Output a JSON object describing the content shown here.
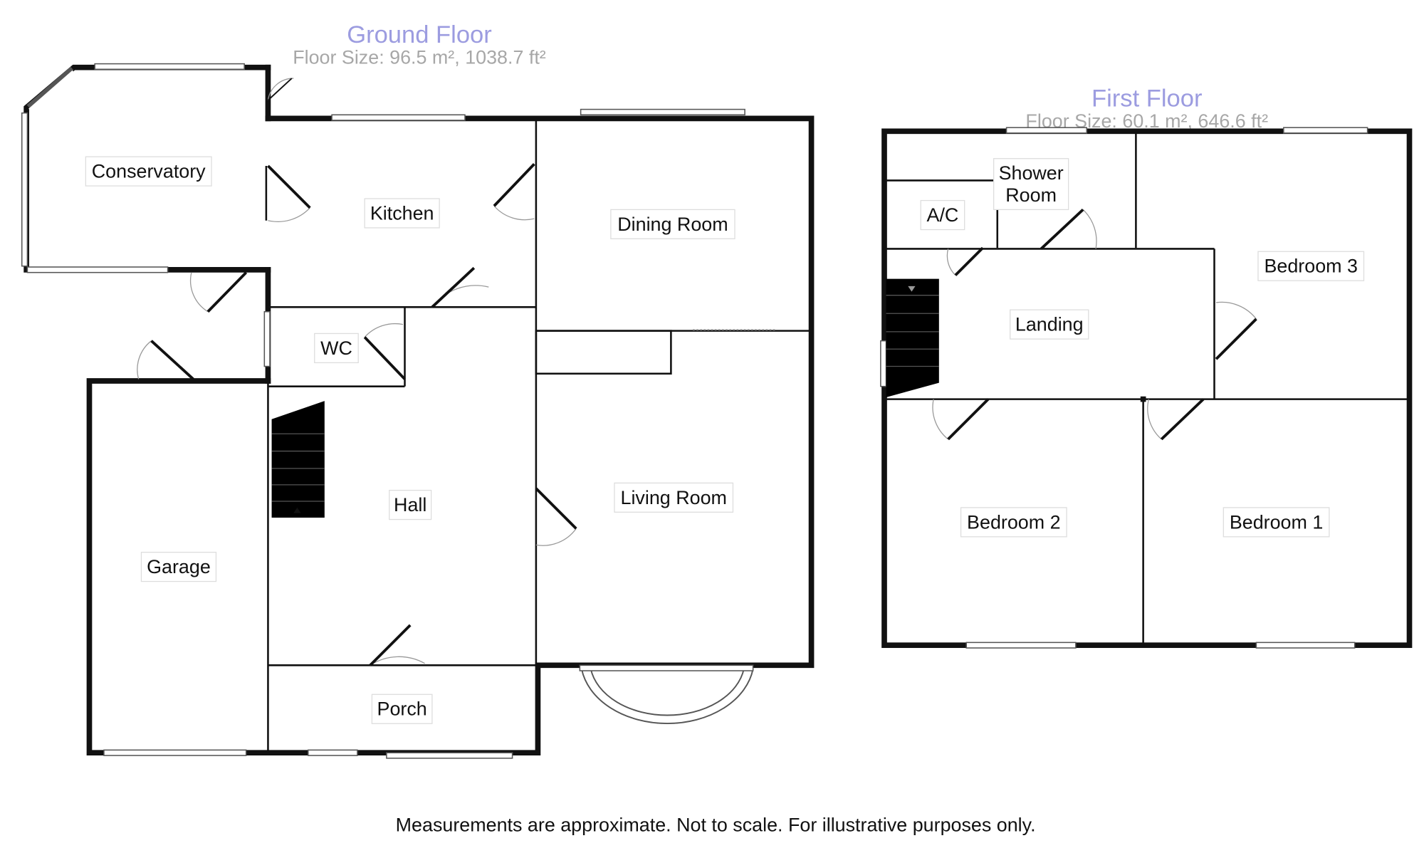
{
  "ground_floor": {
    "title": "Ground Floor",
    "size": "Floor Size: 96.5 m², 1038.7 ft²",
    "rooms": {
      "conservatory": "Conservatory",
      "kitchen": "Kitchen",
      "dining_room": "Dining Room",
      "wc": "WC",
      "living_room": "Living Room",
      "hall": "Hall",
      "garage": "Garage",
      "porch": "Porch"
    }
  },
  "first_floor": {
    "title": "First Floor",
    "size": "Floor Size: 60.1 m², 646.6 ft²",
    "rooms": {
      "shower_room_line1": "Shower",
      "shower_room_line2": "Room",
      "ac": "A/C",
      "bedroom_3": "Bedroom 3",
      "landing": "Landing",
      "bedroom_2": "Bedroom 2",
      "bedroom_1": "Bedroom 1"
    }
  },
  "disclaimer": "Measurements are approximate. Not to scale. For illustrative purposes only."
}
